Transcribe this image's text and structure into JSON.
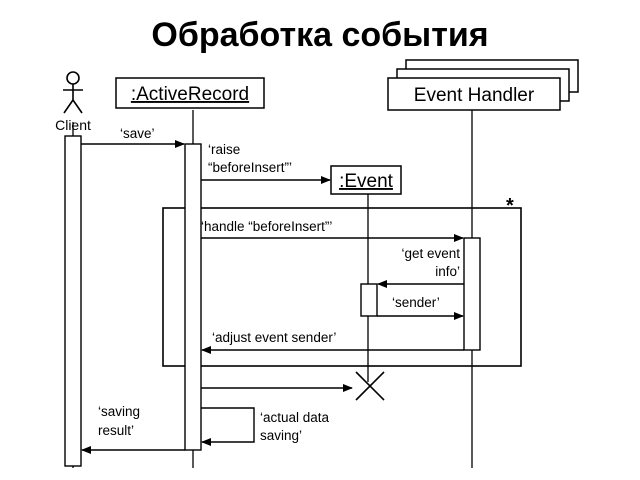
{
  "title": "Обработка события",
  "actors": {
    "client": {
      "label": "Client"
    },
    "active_record": {
      "label": ":ActiveRecord"
    },
    "event_handler": {
      "label": "Event Handler"
    },
    "event": {
      "label": ":Event"
    }
  },
  "loop_marker": "*",
  "messages": {
    "save": "‘save’",
    "raise_line1": "‘raise",
    "raise_line2": "“beforeInsert”’",
    "handle": "‘handle “beforeInsert”’",
    "get_event_line1": "‘get event",
    "get_event_line2": "info’",
    "sender": "‘sender’",
    "adjust": "‘adjust event sender’",
    "saving_line1": "‘saving",
    "saving_line2": "result’",
    "actual_line1": "‘actual data",
    "actual_line2": "saving’"
  }
}
